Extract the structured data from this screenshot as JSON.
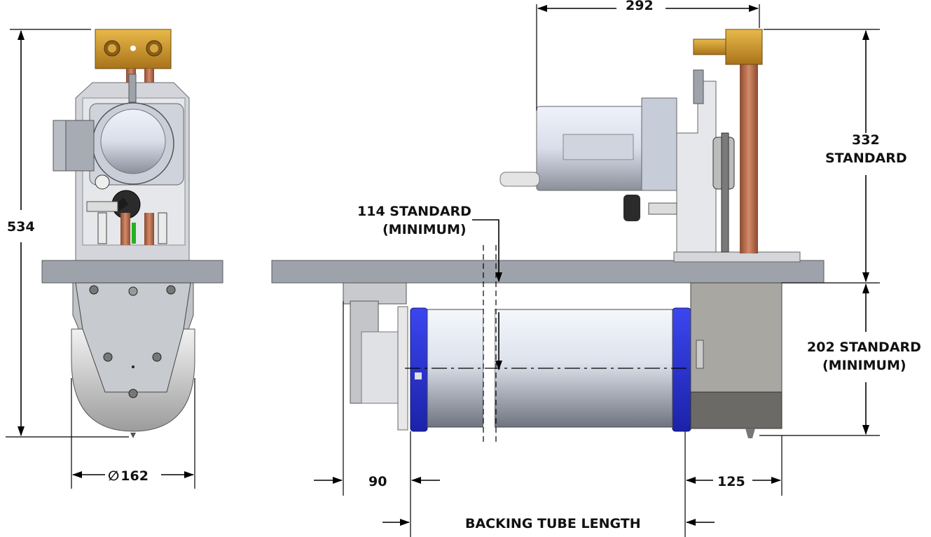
{
  "dimensions": {
    "overall_height": "534",
    "diameter_symbol": "∅",
    "diameter": "162",
    "width_top": "292",
    "height_upper_value": "332",
    "height_upper_label": "STANDARD",
    "height_lower_line1": "202 STANDARD",
    "height_lower_line2": "(MINIMUM)",
    "gap_line1": "114 STANDARD",
    "gap_line2": "(MINIMUM)",
    "left_offset": "90",
    "right_offset": "125",
    "tube_length": "BACKING TUBE LENGTH"
  },
  "colors": {
    "brass": "#c8902a",
    "copper": "#b86a4a",
    "steel": "#c9ccd2",
    "plate": "#9ea3ab",
    "flange_blue": "#2a35d6",
    "motor_light": "#e4e8f2",
    "green_indicator": "#22b322",
    "housing_gray": "#8f8d88"
  },
  "icons": [
    "motor-icon",
    "brass-block-icon",
    "flange-icon",
    "knob-icon"
  ]
}
